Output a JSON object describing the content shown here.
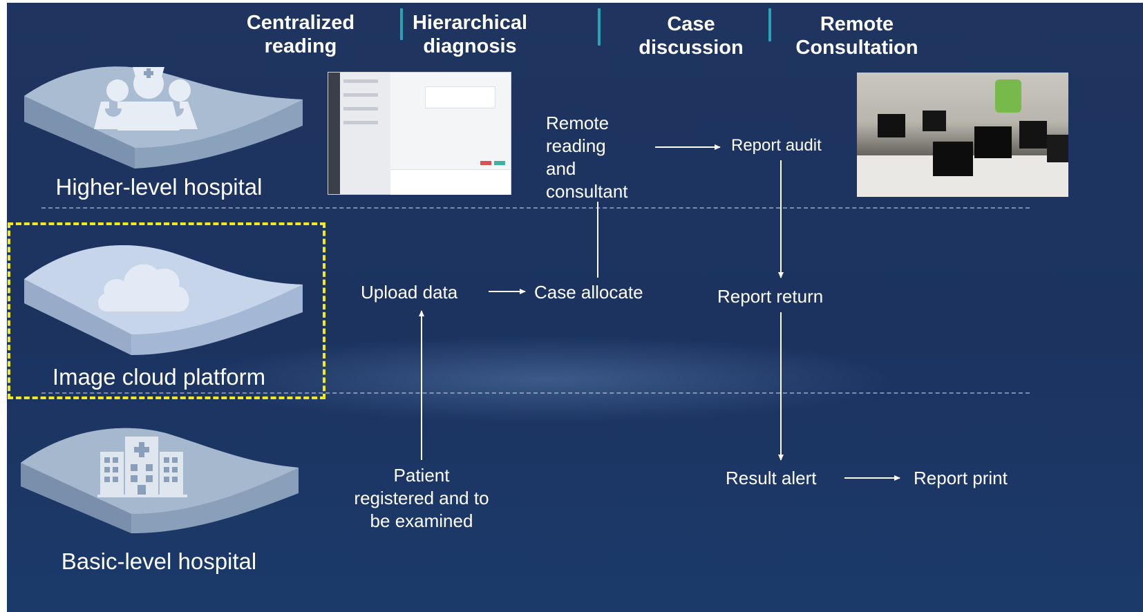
{
  "headers": {
    "h1": "Centralized\nreading",
    "h2": "Hierarchical\ndiagnosis",
    "h3": "Case\ndiscussion",
    "h4": "Remote\nConsultation"
  },
  "tiers": {
    "higher": "Higher-level hospital",
    "cloud": "Image cloud platform",
    "basic": "Basic-level hospital"
  },
  "flow": {
    "remote_reading": "Remote\nreading\nand\nconsultant",
    "report_audit": "Report audit",
    "upload_data": "Upload data",
    "case_allocate": "Case allocate",
    "report_return": "Report return",
    "patient": "Patient\nregistered and to\nbe examined",
    "result_alert": "Result alert",
    "report_print": "Report print"
  },
  "icons": {
    "higher": "doctors-icon",
    "cloud": "cloud-icon",
    "basic": "hospital-building-icon"
  },
  "colors": {
    "background": "#1e3560",
    "highlight_box": "#f2ea1a",
    "header_separator": "#2aa3b8"
  }
}
